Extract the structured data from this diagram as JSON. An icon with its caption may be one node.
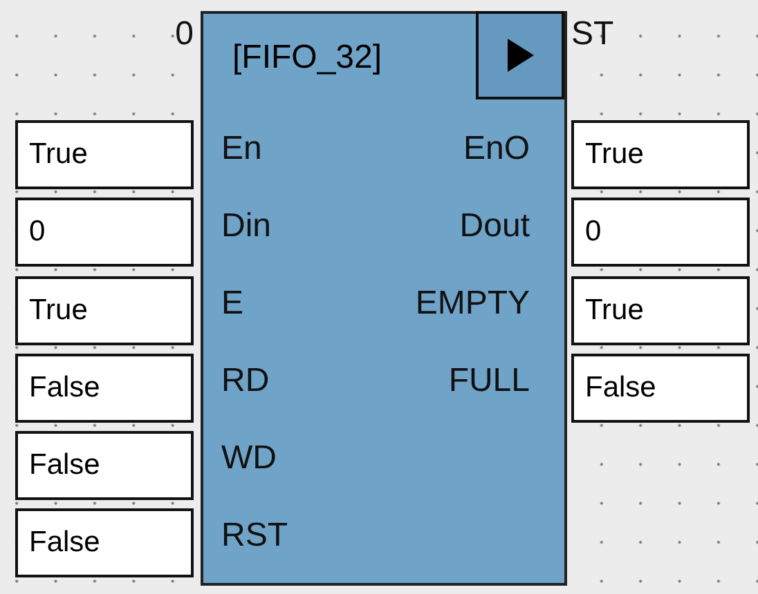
{
  "diagram": {
    "nodes": [
      {
        "text": [
          "[FIFO_32]"
        ]
      },
      {
        "text": [
          "True"
        ]
      },
      {
        "text": [
          "True"
        ]
      },
      {
        "text": [
          "0"
        ]
      },
      {
        "text": [
          "0"
        ]
      },
      {
        "text": [
          "True"
        ]
      },
      {
        "text": [
          "True"
        ]
      },
      {
        "text": [
          "False"
        ]
      },
      {
        "text": [
          "False"
        ]
      },
      {
        "text": [
          "False"
        ]
      },
      {
        "text": [
          "False"
        ]
      }
    ],
    "labels": [
      "0",
      "ST",
      "En",
      "EnO",
      "Din",
      "Dout",
      "E",
      "EMPTY",
      "RD",
      "FULL",
      "WD",
      "RST"
    ]
  }
}
